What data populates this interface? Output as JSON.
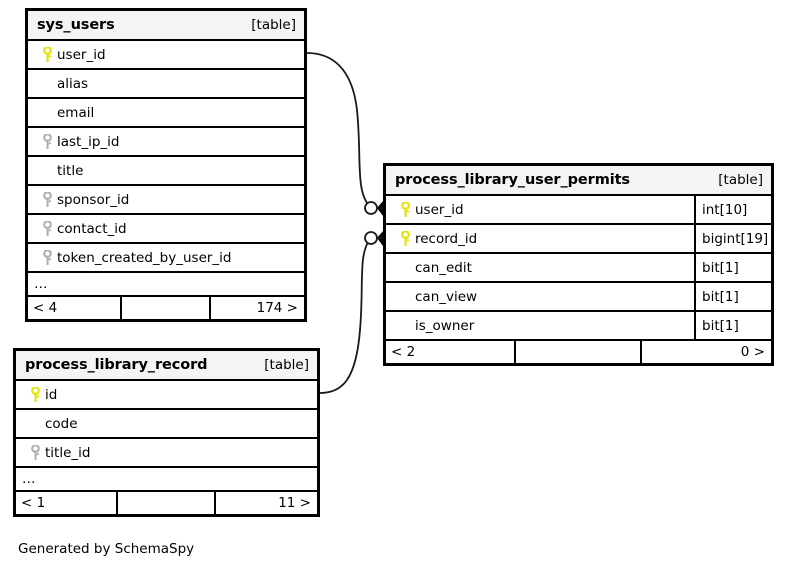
{
  "diagram": {
    "generator_credit": "Generated by SchemaSpy",
    "table_tag": "[table]",
    "more_columns_indicator": "…",
    "colors": {
      "primary_key": "#e3e300",
      "foreign_key": "#b0b0b0",
      "border": "#000000",
      "header_background": "#f4f4f4",
      "page_background": "#ffffff"
    }
  },
  "tables": [
    {
      "id": "sys_users",
      "name": "sys_users",
      "tag": "[table]",
      "columns": [
        {
          "name": "user_id",
          "key": "primary",
          "type": ""
        },
        {
          "name": "alias",
          "key": "none",
          "type": ""
        },
        {
          "name": "email",
          "key": "none",
          "type": ""
        },
        {
          "name": "last_ip_id",
          "key": "foreign",
          "type": ""
        },
        {
          "name": "title",
          "key": "none",
          "type": ""
        },
        {
          "name": "sponsor_id",
          "key": "foreign",
          "type": ""
        },
        {
          "name": "contact_id",
          "key": "foreign",
          "type": ""
        },
        {
          "name": "token_created_by_user_id",
          "key": "foreign",
          "type": ""
        }
      ],
      "has_more": true,
      "footer": {
        "left": "< 4",
        "middle": "",
        "right": "174 >"
      }
    },
    {
      "id": "process_library_user_permits",
      "name": "process_library_user_permits",
      "tag": "[table]",
      "columns": [
        {
          "name": "user_id",
          "key": "primary",
          "type": "int[10]"
        },
        {
          "name": "record_id",
          "key": "primary",
          "type": "bigint[19]"
        },
        {
          "name": "can_edit",
          "key": "none",
          "type": "bit[1]"
        },
        {
          "name": "can_view",
          "key": "none",
          "type": "bit[1]"
        },
        {
          "name": "is_owner",
          "key": "none",
          "type": "bit[1]"
        }
      ],
      "has_more": false,
      "footer": {
        "left": "< 2",
        "middle": "",
        "right": "0 >"
      }
    },
    {
      "id": "process_library_record",
      "name": "process_library_record",
      "tag": "[table]",
      "columns": [
        {
          "name": "id",
          "key": "primary",
          "type": ""
        },
        {
          "name": "code",
          "key": "none",
          "type": ""
        },
        {
          "name": "title_id",
          "key": "foreign",
          "type": ""
        }
      ],
      "has_more": true,
      "footer": {
        "left": "< 1",
        "middle": "",
        "right": "11 >"
      }
    }
  ],
  "relationships": [
    {
      "name": "sys_users-user_id-to-permits-user_id",
      "from_table": "sys_users",
      "from_column": "user_id",
      "to_table": "process_library_user_permits",
      "to_column": "user_id"
    },
    {
      "name": "process_library_record-id-to-permits-record_id",
      "from_table": "process_library_record",
      "from_column": "id",
      "to_table": "process_library_user_permits",
      "to_column": "record_id"
    }
  ]
}
